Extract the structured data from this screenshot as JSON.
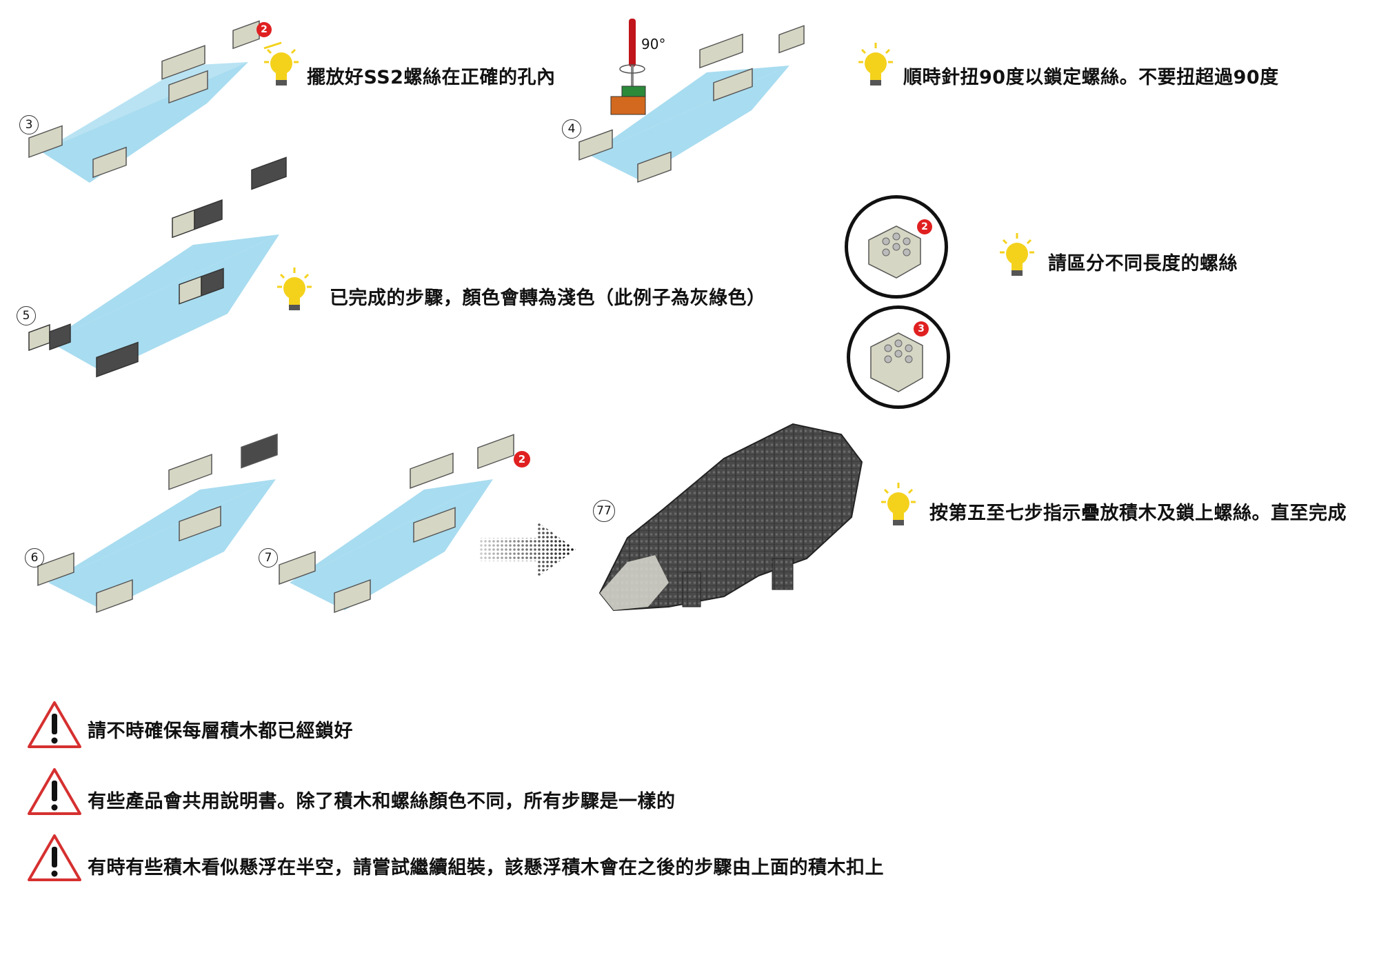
{
  "tips": [
    {
      "id": "tip-ss2-screw",
      "text": "擺放好SS2螺絲在正確的孔內"
    },
    {
      "id": "tip-rotate",
      "text": "順時針扭90度以鎖定螺絲。不要扭超過90度"
    },
    {
      "id": "tip-completed-color",
      "text": "已完成的步驟，顏色會轉為淺色（此例子為灰綠色）"
    },
    {
      "id": "tip-screw-length",
      "text": "請區分不同長度的螺絲"
    },
    {
      "id": "tip-repeat",
      "text": "按第五至七步指示疊放積木及鎖上螺絲。直至完成"
    }
  ],
  "warnings": [
    {
      "id": "warn-lock-layers",
      "text": "請不時確保每層積木都已經鎖好"
    },
    {
      "id": "warn-shared-manual",
      "text": "有些產品會共用說明書。除了積木和螺絲顏色不同，所有步驟是一樣的"
    },
    {
      "id": "warn-floating-bricks",
      "text": "有時有些積木看似懸浮在半空，請嘗試繼續組裝，該懸浮積木會在之後的步驟由上面的積木扣上"
    }
  ],
  "steps": [
    "3",
    "4",
    "5",
    "6",
    "7",
    "77"
  ],
  "screw_badges": [
    "2",
    "2",
    "2",
    "3"
  ],
  "rotation_label": "90°",
  "colors": {
    "plate": "#a8dcf0",
    "brick_light": "#d6d6c4",
    "brick_dark": "#4a4a4a",
    "badge": "#e02020",
    "bulb": "#f4d21c",
    "warning": "#d63030"
  }
}
